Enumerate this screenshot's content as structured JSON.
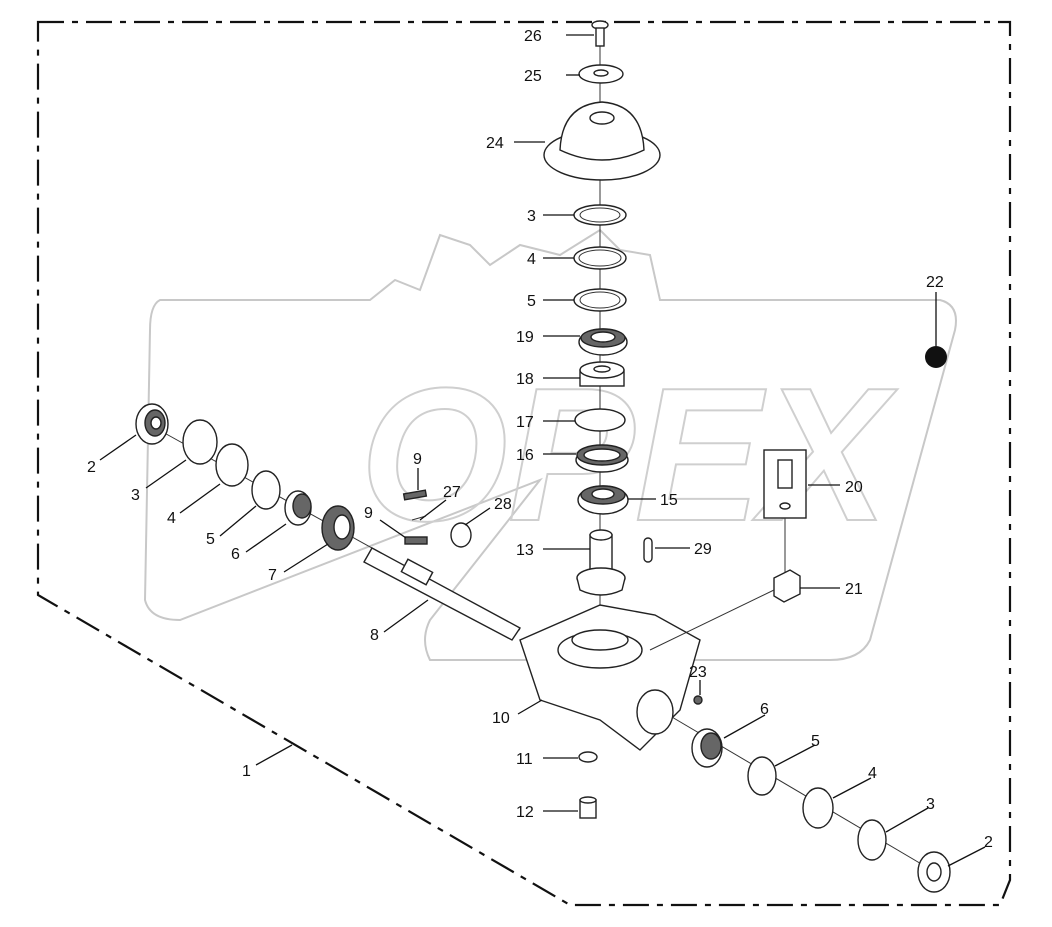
{
  "diagram": {
    "watermark_text": "OPEX",
    "callouts": {
      "c1": "1",
      "c2a": "2",
      "c2b": "2",
      "c3a": "3",
      "c3b": "3",
      "c3c": "3",
      "c4a": "4",
      "c4b": "4",
      "c4c": "4",
      "c5a": "5",
      "c5b": "5",
      "c5c": "5",
      "c6a": "6",
      "c6b": "6",
      "c7": "7",
      "c8": "8",
      "c9a": "9",
      "c9b": "9",
      "c10": "10",
      "c11": "11",
      "c12": "12",
      "c13": "13",
      "c15": "15",
      "c16": "16",
      "c17": "17",
      "c18": "18",
      "c19": "19",
      "c20": "20",
      "c21": "21",
      "c22": "22",
      "c23": "23",
      "c24": "24",
      "c25": "25",
      "c26": "26",
      "c27": "27",
      "c28": "28",
      "c29": "29"
    }
  }
}
